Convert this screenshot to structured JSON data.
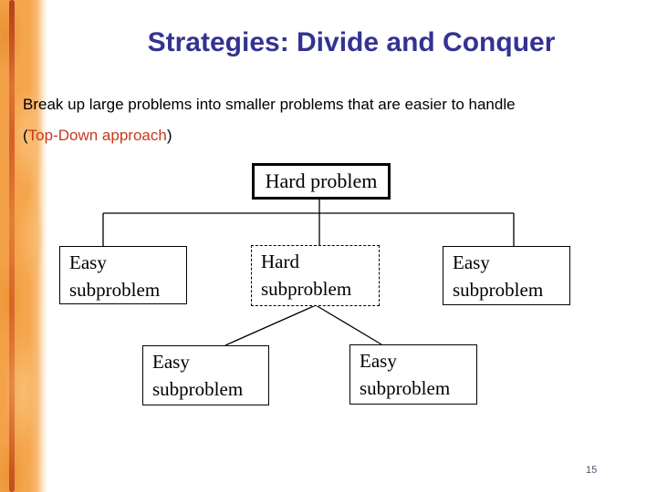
{
  "header": {
    "title": "Strategies: Divide and Conquer"
  },
  "body": {
    "line1": "Break up large problems into smaller problems that are easier to handle",
    "paren_open": "(",
    "approach": "Top-Down approach",
    "paren_close": ")"
  },
  "diagram": {
    "root": {
      "label": "Hard problem",
      "border": "solid-thick"
    },
    "level2": [
      {
        "label": "Easy subproblem",
        "border": "solid"
      },
      {
        "label": "Hard subproblem",
        "border": "dashed"
      },
      {
        "label": "Easy subproblem",
        "border": "solid"
      }
    ],
    "level3": [
      {
        "label": "Easy subproblem",
        "border": "solid"
      },
      {
        "label": "Easy subproblem",
        "border": "solid"
      }
    ]
  },
  "footer": {
    "page_number": "15"
  },
  "colors": {
    "title_blue": "#333392",
    "accent_red": "#c43a1e",
    "stripe_orange": "#f6a64d",
    "stripe_red_streak": "#b53c1a",
    "page_number_blue": "#44546a",
    "line_black": "#000000"
  }
}
